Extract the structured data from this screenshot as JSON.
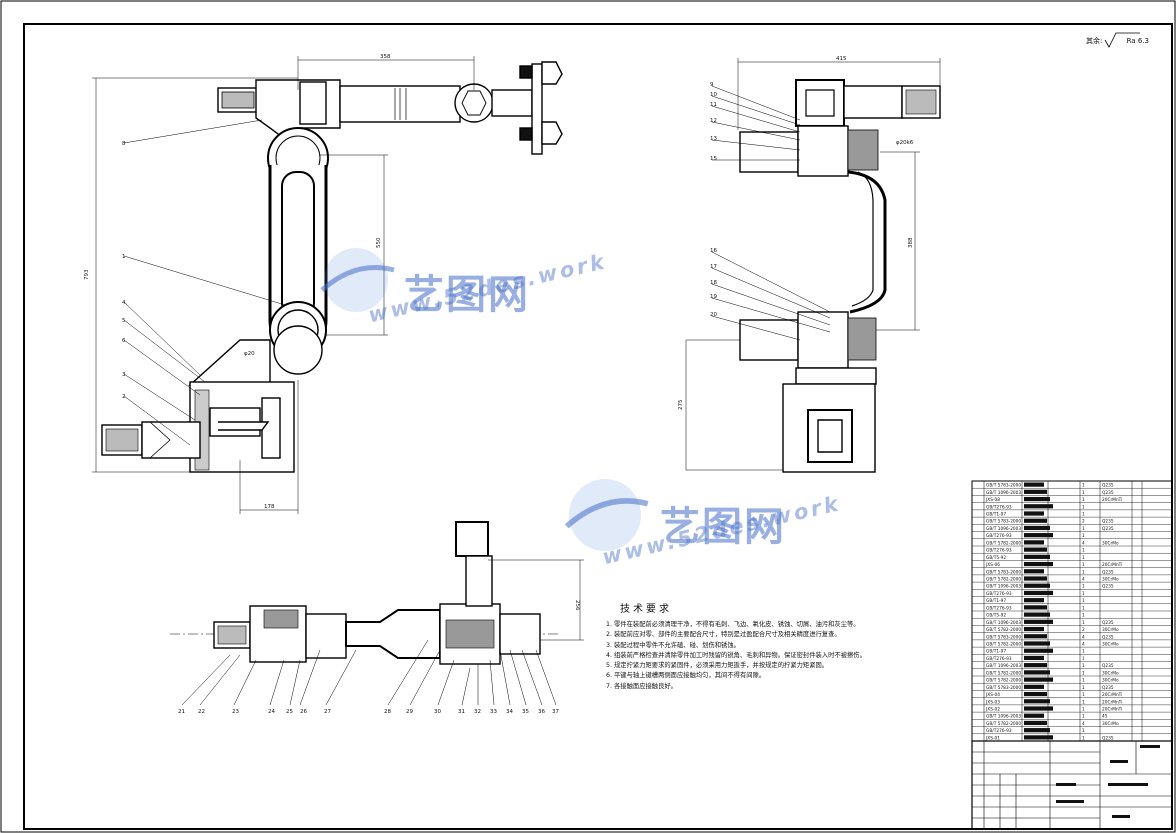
{
  "drawing": {
    "roughness_note": "其余:",
    "roughness_value": "Ra 6.3",
    "dims": {
      "d358": "358",
      "d793": "793",
      "d550": "550",
      "d178": "178",
      "d415": "415",
      "d388": "388",
      "d275": "275",
      "d256": "256",
      "phi20": "φ20",
      "phi20b": "φ20k6"
    },
    "balloons_left": [
      "8",
      "1",
      "4",
      "5",
      "6",
      "3",
      "2"
    ],
    "balloons_right": [
      "9",
      "10",
      "11",
      "12",
      "13",
      "15",
      "16",
      "17",
      "18",
      "19",
      "20"
    ],
    "balloons_bottom": [
      "21",
      "22",
      "23",
      "24",
      "25",
      "26",
      "27",
      "28",
      "29",
      "30",
      "31",
      "32",
      "33",
      "34",
      "35",
      "36",
      "37"
    ]
  },
  "watermark": {
    "brand": "艺图网",
    "url": "www.52des.work"
  },
  "tech_requirements": {
    "title": "技术要求",
    "lines": [
      "1. 零件在装配前必须清理干净，不得有毛刺、飞边、氧化皮、锈蚀、切屑、油污和灰尘等。",
      "2. 装配前应对零、部件的主要配合尺寸，特别是过盈配合尺寸及相关精度进行复查。",
      "3. 装配过程中零件不允许磕、碰、划伤和锈蚀。",
      "4. 组装前严格检查并清除零件加工时残留的锐角、毛刺和异物。保证密封件装入时不被擦伤。",
      "5. 规定拧紧力矩要求的紧固件，必须采用力矩扳手，并按规定的拧紧力矩紧固。",
      "6. 平键与轴上键槽两侧面应接触均匀，其间不得有间隙。",
      "7. 各接触面应接触良好。"
    ]
  },
  "bom": {
    "rows": [
      {
        "code": "GB/T 5783-2000",
        "qty": "1",
        "mat": "Q235"
      },
      {
        "code": "GB/T 1096-2003",
        "qty": "1",
        "mat": "Q235"
      },
      {
        "code": "JXS-08",
        "qty": "1",
        "mat": "20CrMnTi"
      },
      {
        "code": "GB/T276-93",
        "qty": "1",
        "mat": ""
      },
      {
        "code": "GB/T1-97",
        "qty": "1",
        "mat": ""
      },
      {
        "code": "GB/T 5783-2000",
        "qty": "2",
        "mat": "Q235"
      },
      {
        "code": "GB/T 1096-2003",
        "qty": "1",
        "mat": "Q235"
      },
      {
        "code": "GB/T276-93",
        "qty": "1",
        "mat": ""
      },
      {
        "code": "GB/T 5782-2000",
        "qty": "4",
        "mat": "30CrMo"
      },
      {
        "code": "GB/T276-93",
        "qty": "1",
        "mat": ""
      },
      {
        "code": "GB/T5-92",
        "qty": "1",
        "mat": ""
      },
      {
        "code": "JXS-06",
        "qty": "1",
        "mat": "20CrMnTi"
      },
      {
        "code": "GB/T 5783-2000",
        "qty": "1",
        "mat": "Q235"
      },
      {
        "code": "GB/T 5782-2000",
        "qty": "4",
        "mat": "30CrMo"
      },
      {
        "code": "GB/T 1096-2003",
        "qty": "1",
        "mat": "Q235"
      },
      {
        "code": "GB/T276-93",
        "qty": "1",
        "mat": ""
      },
      {
        "code": "GB/T1-97",
        "qty": "1",
        "mat": ""
      },
      {
        "code": "GB/T276-93",
        "qty": "1",
        "mat": ""
      },
      {
        "code": "GB/T5-92",
        "qty": "1",
        "mat": ""
      },
      {
        "code": "GB/T 1096-2003",
        "qty": "1",
        "mat": "Q235"
      },
      {
        "code": "GB/T 5782-2000",
        "qty": "2",
        "mat": "30CrMo"
      },
      {
        "code": "GB/T 5783-2000",
        "qty": "4",
        "mat": "Q235"
      },
      {
        "code": "GB/T 5782-2000",
        "qty": "4",
        "mat": "30CrMo"
      },
      {
        "code": "GB/T1-97",
        "qty": "1",
        "mat": ""
      },
      {
        "code": "GB/T276-93",
        "qty": "1",
        "mat": ""
      },
      {
        "code": "GB/T 1096-2003",
        "qty": "1",
        "mat": "Q235"
      },
      {
        "code": "GB/T 5782-2000",
        "qty": "1",
        "mat": "30CrMo"
      },
      {
        "code": "GB/T 5782-2000",
        "qty": "1",
        "mat": "30CrMo"
      },
      {
        "code": "GB/T 5783-2000",
        "qty": "1",
        "mat": "Q235"
      },
      {
        "code": "JXS-04",
        "qty": "1",
        "mat": "20CrMnTi"
      },
      {
        "code": "JXS-03",
        "qty": "1",
        "mat": "20CrMnTi"
      },
      {
        "code": "JXS-02",
        "qty": "1",
        "mat": "20CrMnTi"
      },
      {
        "code": "GB/T 1096-2003",
        "qty": "1",
        "mat": "45"
      },
      {
        "code": "GB/T 5782-2000",
        "qty": "4",
        "mat": "30CrMo"
      },
      {
        "code": "GB/T276-93",
        "qty": "1",
        "mat": ""
      },
      {
        "code": "JXS-01",
        "qty": "1",
        "mat": "Q235"
      }
    ]
  }
}
